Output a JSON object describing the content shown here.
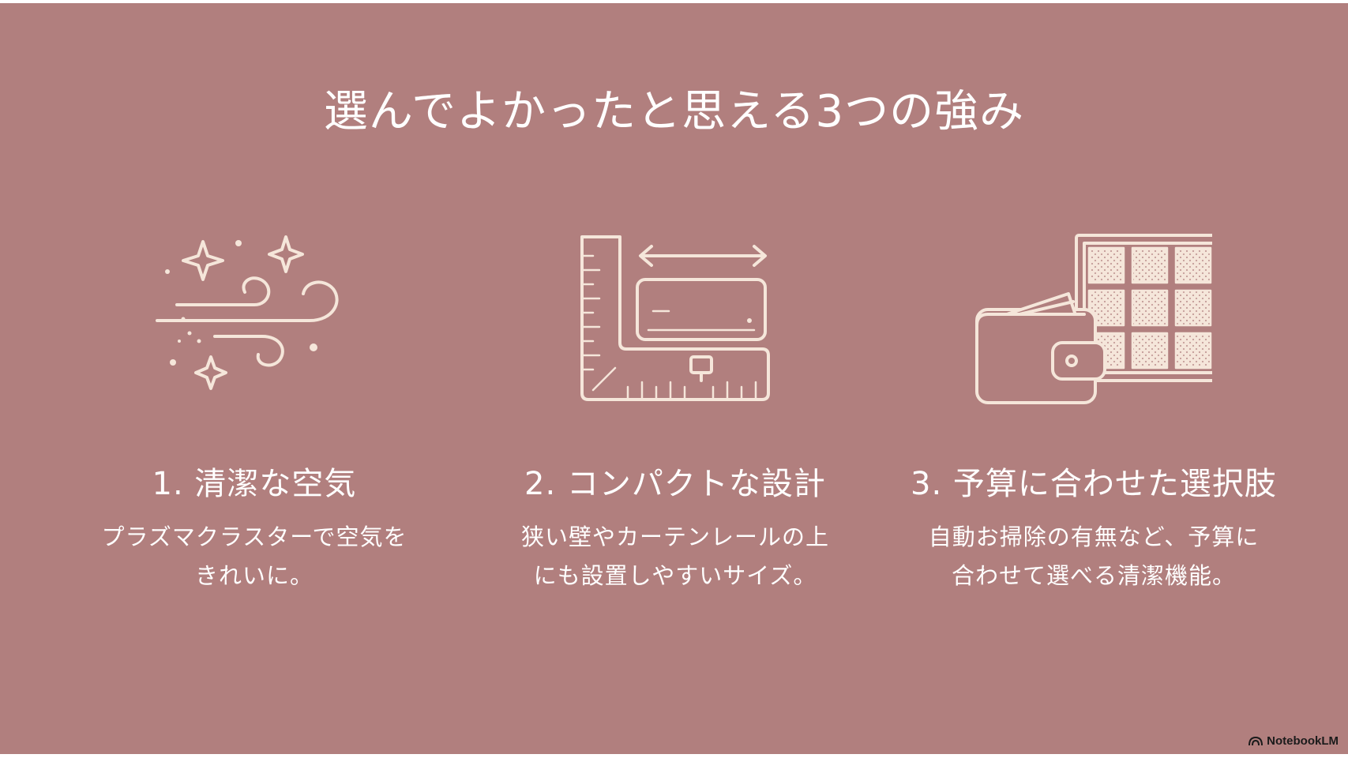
{
  "slide": {
    "title": "選んでよかったと思える3つの強み"
  },
  "features": [
    {
      "heading": "1. 清潔な空気",
      "desc_line1": "プラズマクラスターで空気を",
      "desc_line2": "きれいに。",
      "icon": "sparkle-wind-icon"
    },
    {
      "heading": "2. コンパクトな設計",
      "desc_line1": "狭い壁やカーテンレールの上",
      "desc_line2": "にも設置しやすいサイズ。",
      "icon": "air-conditioner-ruler-icon"
    },
    {
      "heading": "3. 予算に合わせた選択肢",
      "desc_line1": "自動お掃除の有無など、予算に",
      "desc_line2": "合わせて選べる清潔機能。",
      "icon": "wallet-filter-icon"
    }
  ],
  "brand": {
    "label": "NotebookLM"
  },
  "colors": {
    "background": "#b17f7e",
    "icon_stroke": "#f5e6da",
    "text": "#ffffff"
  }
}
